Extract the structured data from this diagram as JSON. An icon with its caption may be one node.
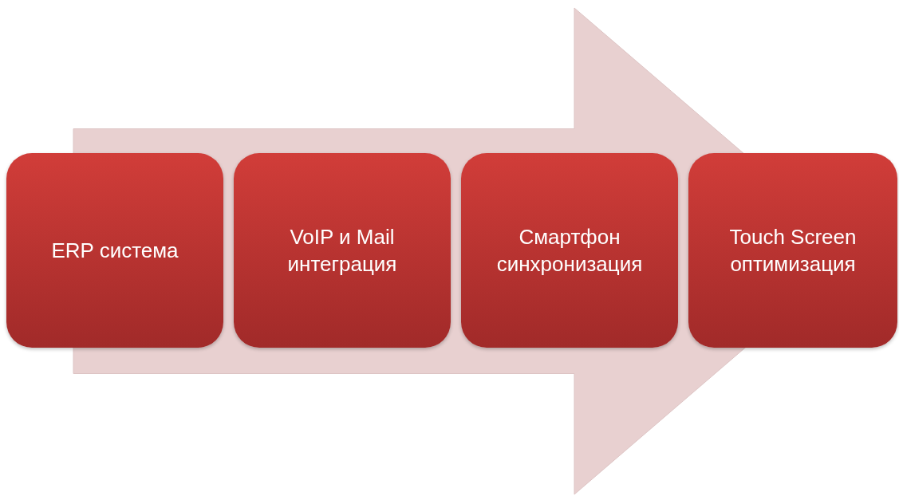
{
  "diagram": {
    "nodes": [
      {
        "text": [
          "ERP система"
        ]
      },
      {
        "text": [
          "VoIP и Mail интеграция"
        ]
      },
      {
        "text": [
          "Смартфон синхронизация"
        ]
      },
      {
        "text": [
          "Touch Screen оптимизация"
        ]
      }
    ],
    "edges": [
      {
        "from": 0,
        "to": 3,
        "arrow": "to"
      }
    ]
  }
}
